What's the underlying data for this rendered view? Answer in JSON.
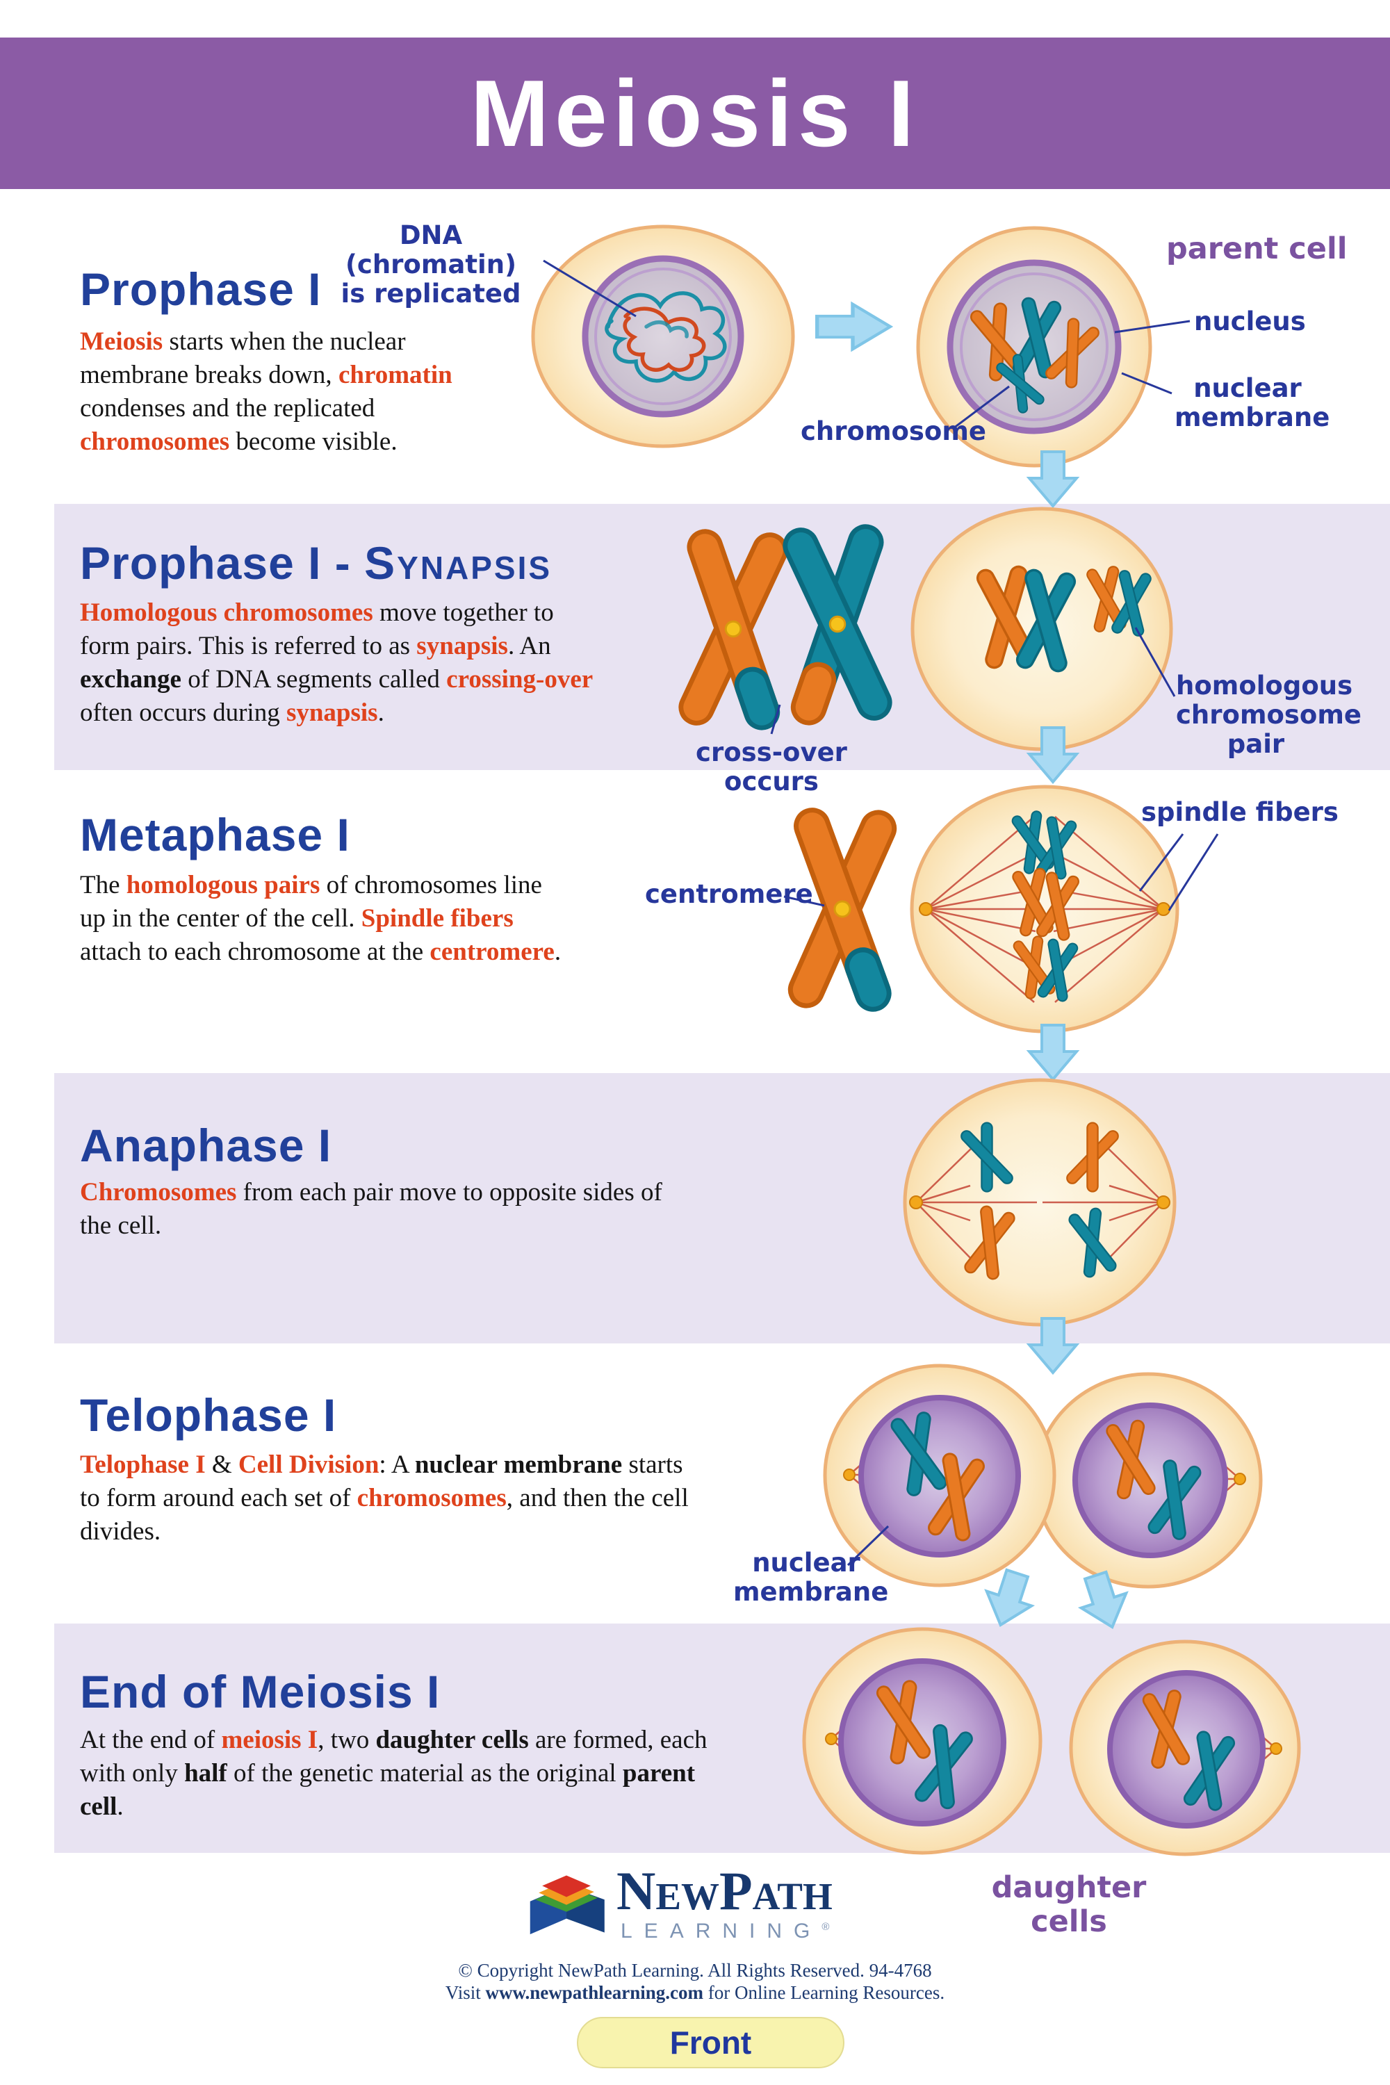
{
  "colors": {
    "header_purple": "#8b5ba5",
    "band_lavender": "#e8e3f2",
    "heading_blue": "#21409a",
    "emphasis_red": "#df421c",
    "label_blue": "#27379b",
    "label_purple": "#7a52a0",
    "chromosome_orange": "#e87a22",
    "chromosome_teal": "#13879e",
    "arrow_blue": "#a8daf3",
    "spindle_red": "#c0392b",
    "footer_navy": "#1d3a70",
    "front_pill_yellow": "#f8f3ae"
  },
  "header": {
    "title": "Meiosis I"
  },
  "sections": {
    "prophase1": {
      "title": "Prophase I",
      "body": [
        {
          "t": "Meiosis",
          "s": "red"
        },
        {
          "t": " starts when the nuclear membrane breaks down, "
        },
        {
          "t": "chromatin",
          "s": "red"
        },
        {
          "t": " condenses and the replicated "
        },
        {
          "t": "chromosomes",
          "s": "red"
        },
        {
          "t": " become visible."
        }
      ],
      "labels": {
        "dna_replicated": "DNA (chromatin)\nis replicated",
        "parent_cell": "parent cell",
        "nucleus": "nucleus",
        "nuclear_membrane": "nuclear\nmembrane",
        "chromosome": "chromosome"
      }
    },
    "synapsis": {
      "title_main": "Prophase I - ",
      "title_caps": "Synapsis",
      "body": [
        {
          "t": "Homologous chromosomes",
          "s": "red"
        },
        {
          "t": " move together to form pairs. This is referred to as "
        },
        {
          "t": "synapsis",
          "s": "red"
        },
        {
          "t": ". An "
        },
        {
          "t": "exchange",
          "s": "b"
        },
        {
          "t": " of DNA segments called "
        },
        {
          "t": "crossing-over",
          "s": "red"
        },
        {
          "t": " often occurs during "
        },
        {
          "t": "synapsis",
          "s": "red"
        },
        {
          "t": "."
        }
      ],
      "labels": {
        "cross_over": "cross-over occurs",
        "homologous_pair": "homologous\nchromosome\npair"
      }
    },
    "metaphase1": {
      "title": "Metaphase I",
      "body": [
        {
          "t": "The "
        },
        {
          "t": "homologous pairs",
          "s": "red"
        },
        {
          "t": " of chromosomes line up in the center of the cell. "
        },
        {
          "t": "Spindle fibers",
          "s": "red"
        },
        {
          "t": " attach to each chromosome at the "
        },
        {
          "t": "centromere",
          "s": "red"
        },
        {
          "t": "."
        }
      ],
      "labels": {
        "centromere": "centromere",
        "spindle_fibers": "spindle fibers"
      }
    },
    "anaphase1": {
      "title": "Anaphase I",
      "body": [
        {
          "t": "Chromosomes",
          "s": "red"
        },
        {
          "t": " from each pair move to opposite sides of the cell."
        }
      ]
    },
    "telophase1": {
      "title": "Telophase I",
      "body": [
        {
          "t": "Telophase I",
          "s": "red"
        },
        {
          "t": " & "
        },
        {
          "t": "Cell Division",
          "s": "red"
        },
        {
          "t": ": A "
        },
        {
          "t": "nuclear membrane",
          "s": "b"
        },
        {
          "t": " starts to form around each set of "
        },
        {
          "t": "chromosomes",
          "s": "red"
        },
        {
          "t": ", and then the cell divides."
        }
      ],
      "labels": {
        "nuclear_membrane": "nuclear\nmembrane"
      }
    },
    "end": {
      "title": "End of Meiosis I",
      "body": [
        {
          "t": "At the end of "
        },
        {
          "t": "meiosis I",
          "s": "red"
        },
        {
          "t": ", two "
        },
        {
          "t": "daughter cells",
          "s": "b"
        },
        {
          "t": " are formed, each with only "
        },
        {
          "t": "half",
          "s": "b"
        },
        {
          "t": " of the genetic material as the original "
        },
        {
          "t": "parent cell",
          "s": "b"
        },
        {
          "t": "."
        }
      ],
      "labels": {
        "daughter_cells": "daughter cells"
      }
    }
  },
  "footer": {
    "brand_name": "NewPath",
    "brand_sub": "LEARNING",
    "brand_reg": "®",
    "copyright": "© Copyright NewPath Learning. All Rights Reserved. 94-4768",
    "visit": [
      {
        "t": "Visit "
      },
      {
        "t": "www.newpathlearning.com",
        "s": "b"
      },
      {
        "t": " for Online Learning Resources."
      }
    ],
    "front_label": "Front"
  }
}
